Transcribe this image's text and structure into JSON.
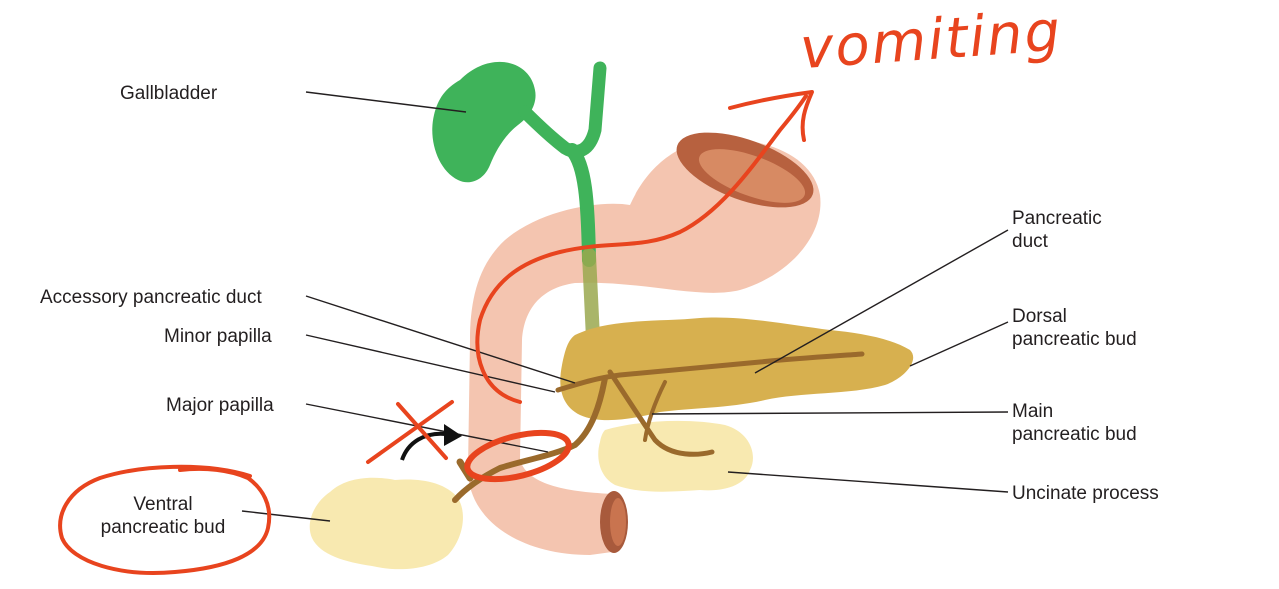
{
  "labels": {
    "gallbladder": "Gallbladder",
    "accessory_duct": "Accessory pancreatic duct",
    "minor_papilla": "Minor papilla",
    "major_papilla": "Major papilla",
    "ventral_bud_1": "Ventral",
    "ventral_bud_2": "pancreatic bud",
    "pancreatic_duct_1": "Pancreatic",
    "pancreatic_duct_2": "duct",
    "dorsal_bud_1": "Dorsal",
    "dorsal_bud_2": "pancreatic bud",
    "main_bud_1": "Main",
    "main_bud_2": "pancreatic bud",
    "uncinate": "Uncinate process"
  },
  "annotation": {
    "handwritten_text": "vomiting"
  },
  "colors": {
    "duodenum": "#f4c5b0",
    "duodenum_lumen": "#a85a3c",
    "gallbladder": "#3fb35a",
    "dorsal_bud": "#d7b04f",
    "ventral_bud": "#f8e9b0",
    "ducts": "#9a6a2c",
    "annotation": "#e8441e",
    "label_text": "#231f20"
  }
}
